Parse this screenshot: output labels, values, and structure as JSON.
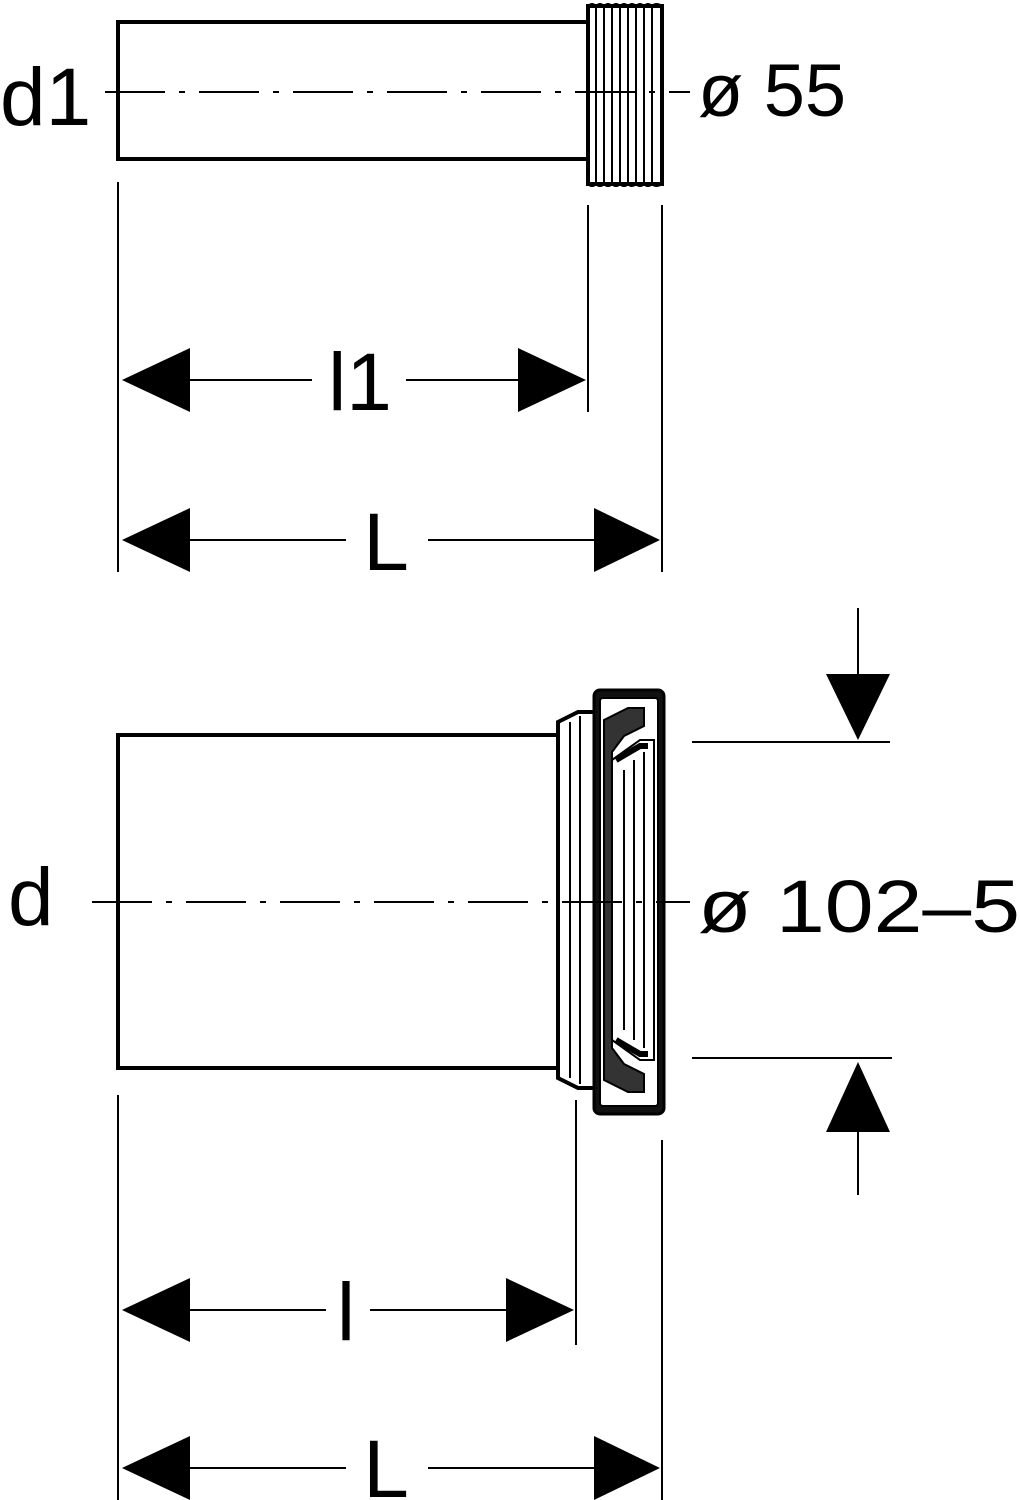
{
  "top_part": {
    "diameter_label": "d1",
    "diameter_value": "ø 55",
    "inner_length_label": "l1",
    "total_length_label": "L"
  },
  "bottom_part": {
    "diameter_label": "d",
    "diameter_value": "ø 102–5",
    "inner_length_label": "l",
    "total_length_label": "L"
  }
}
